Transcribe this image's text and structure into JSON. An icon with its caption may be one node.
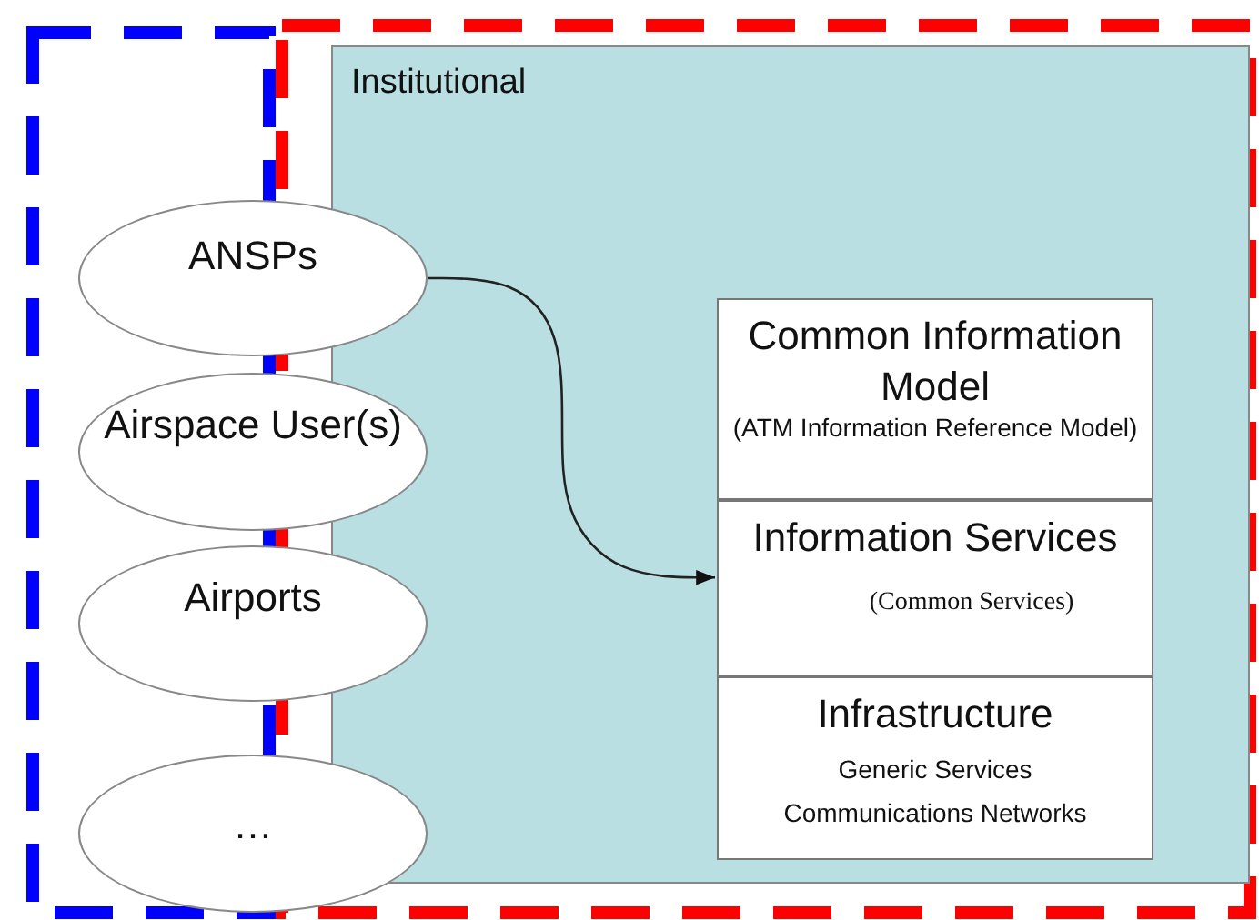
{
  "diagram": {
    "nodes": [
      {
        "text": [
          "Institutional"
        ]
      },
      {
        "text": [
          "ANSPs"
        ]
      },
      {
        "text": [
          "Airspace User(s)"
        ]
      },
      {
        "text": [
          "Airports"
        ]
      },
      {
        "text": [
          "…"
        ]
      },
      {
        "text": [
          "Common Information Model",
          "(ATM Information Reference Model)"
        ],
        "in": 0
      },
      {
        "text": [
          "Information Services",
          "(Common Services)"
        ],
        "in": 0
      },
      {
        "text": [
          "Infrastructure",
          "Generic Services",
          "Communications Networks"
        ],
        "in": 0
      }
    ],
    "edges": [
      {
        "from": 1,
        "to": 6,
        "arrow": "to"
      }
    ]
  }
}
